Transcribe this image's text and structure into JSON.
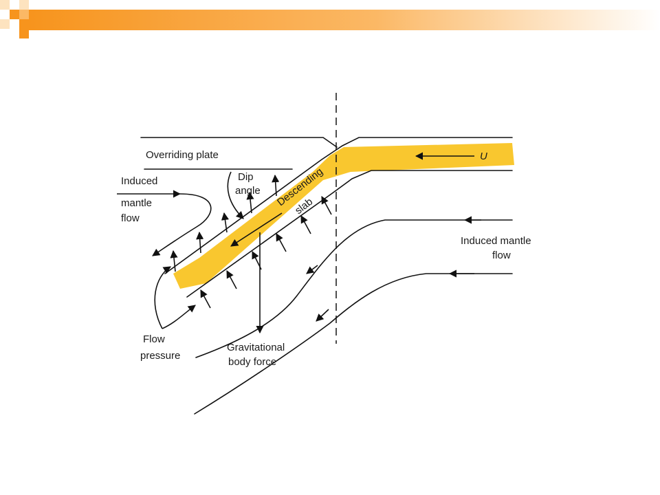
{
  "colors": {
    "accent_orange": "#f7941d",
    "accent_light": "#fde3bf",
    "slab_fill": "#f9c21d",
    "ink": "#111111"
  },
  "labels": {
    "overriding_plate": "Overriding plate",
    "induced_left_1": "Induced",
    "induced_left_2": "mantle",
    "induced_left_3": "flow",
    "dip_1": "Dip",
    "dip_2": "angle",
    "descending_1": "Descending",
    "descending_2": "slab",
    "velocity": "U",
    "induced_right_1": "Induced mantle",
    "induced_right_2": "flow",
    "flow_pressure_1": "Flow",
    "flow_pressure_2": "pressure",
    "gravitational_1": "Gravitational",
    "gravitational_2": "body force"
  }
}
